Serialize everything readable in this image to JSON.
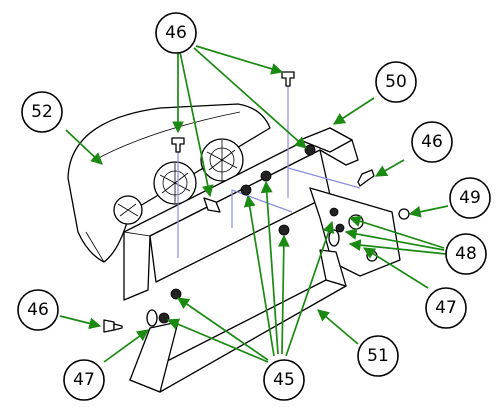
{
  "diagram": {
    "callouts": [
      {
        "id": "c46a",
        "label": "46"
      },
      {
        "id": "c52",
        "label": "52"
      },
      {
        "id": "c50",
        "label": "50"
      },
      {
        "id": "c46b",
        "label": "46"
      },
      {
        "id": "c49",
        "label": "49"
      },
      {
        "id": "c48",
        "label": "48"
      },
      {
        "id": "c47a",
        "label": "47"
      },
      {
        "id": "c46c",
        "label": "46"
      },
      {
        "id": "c47b",
        "label": "47"
      },
      {
        "id": "c45",
        "label": "45"
      },
      {
        "id": "c51",
        "label": "51"
      }
    ],
    "colors": {
      "leader": "#1b8a12",
      "axis": "#8c8ce6",
      "outline": "#000000"
    }
  }
}
